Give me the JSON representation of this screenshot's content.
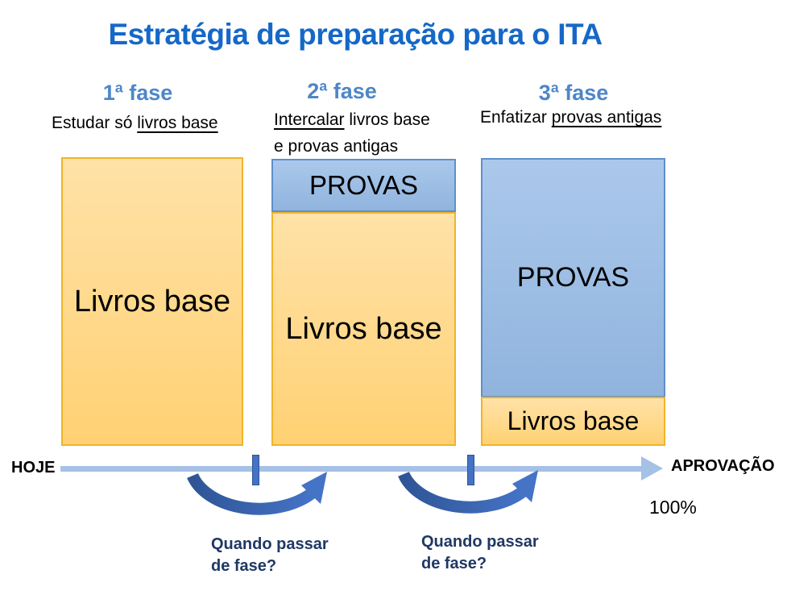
{
  "title": "Estratégia de preparação para o ITA",
  "phases": [
    {
      "heading": "1ª fase",
      "desc_plain": "Estudar só ",
      "desc_underlined": "livros base"
    },
    {
      "heading": "2ª fase",
      "desc_underlined": "Intercalar",
      "desc_plain": " livros base",
      "desc_line2": "e provas antigas"
    },
    {
      "heading": "3ª fase",
      "desc_plain": "Enfatizar ",
      "desc_underlined": "provas antigas"
    }
  ],
  "columns": [
    {
      "boxes": [
        {
          "label": "Livros base",
          "kind": "books"
        }
      ]
    },
    {
      "boxes": [
        {
          "label": "PROVAS",
          "kind": "provas"
        },
        {
          "label": "Livros base",
          "kind": "books"
        }
      ]
    },
    {
      "boxes": [
        {
          "label": "PROVAS",
          "kind": "provas"
        },
        {
          "label": "Livros base",
          "kind": "books"
        }
      ]
    }
  ],
  "timeline": {
    "start_label": "HOJE",
    "end_label": "APROVAÇÃO",
    "end_value": "100%"
  },
  "transition_questions": [
    {
      "line1": "Quando passar",
      "line2": "de fase?"
    },
    {
      "line1": "Quando passar",
      "line2": "de fase?"
    }
  ],
  "colors": {
    "title": "#1568c8",
    "phase_heading": "#4e86c8",
    "books_top": "#ffe2a8",
    "books_bottom": "#ffd173",
    "books_border": "#f0b429",
    "provas_top": "#abc8eb",
    "provas_bottom": "#90b4de",
    "provas_border": "#5e8fcb",
    "timeline": "#a6c1e6",
    "tick": "#4472c4",
    "tick_border": "#2e5597",
    "arc_dark": "#2e5596",
    "arc_light": "#4573c6",
    "question": "#1f3864"
  }
}
